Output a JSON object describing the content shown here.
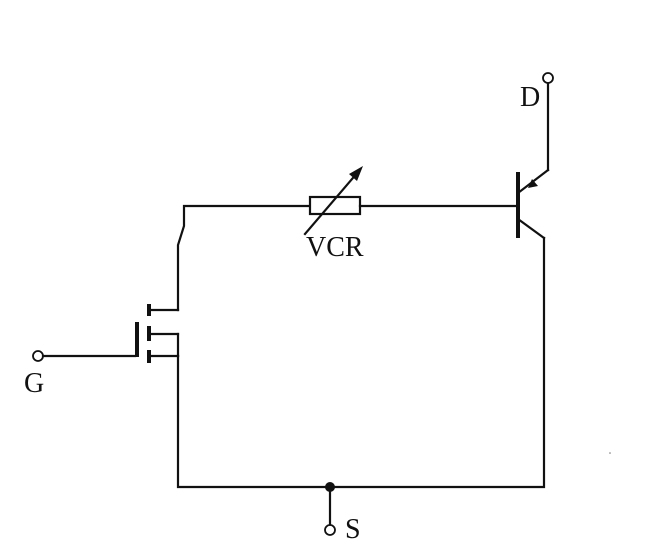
{
  "diagram": {
    "terminals": {
      "gate": "G",
      "drain": "D",
      "source": "S"
    },
    "components": {
      "resistor_label": "VCR"
    }
  }
}
